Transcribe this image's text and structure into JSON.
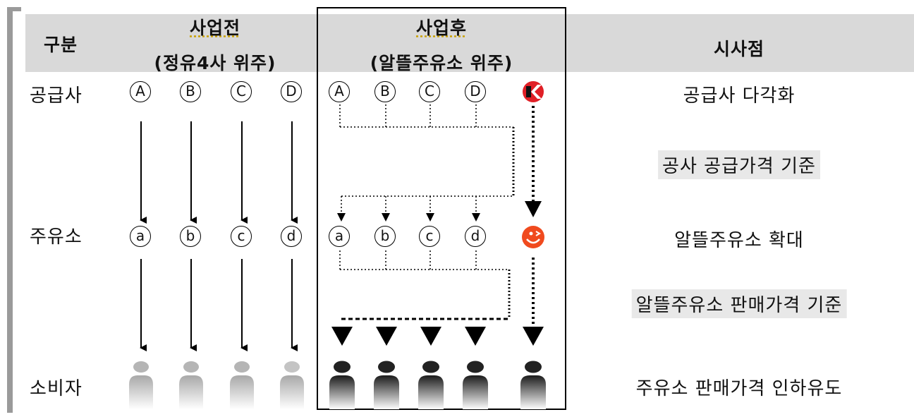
{
  "header": {
    "col_label": "구분",
    "before_title": "사업전",
    "before_sub": "(정유4사 위주)",
    "after_title": "사업후",
    "after_sub": "(알뜰주유소 위주)",
    "implications": "시사점"
  },
  "rows": {
    "supplier": "공급사",
    "station": "주유소",
    "consumer": "소비자"
  },
  "supplier_marks": [
    "A",
    "B",
    "C",
    "D"
  ],
  "station_marks": [
    "a",
    "b",
    "c",
    "d"
  ],
  "implications": {
    "supplier_diversify": "공급사 다각화",
    "supply_price_basis": "공사 공급가격 기준",
    "station_expand": "알뜰주유소 확대",
    "sale_price_basis": "알뜰주유소 판매가격 기준",
    "price_cut": "주유소 판매가격 인하유도"
  },
  "colors": {
    "header_bg": "#d9d9d9",
    "highlight_bg": "#e8e8e8",
    "k_logo": "#e01f26",
    "smile_logo": "#f04a1e",
    "person_before": "#b5b5b5",
    "person_after": "#222222"
  },
  "icons": {
    "k_logo": "k-logo-icon",
    "smile_logo": "smile-logo-icon",
    "person": "person-icon"
  }
}
